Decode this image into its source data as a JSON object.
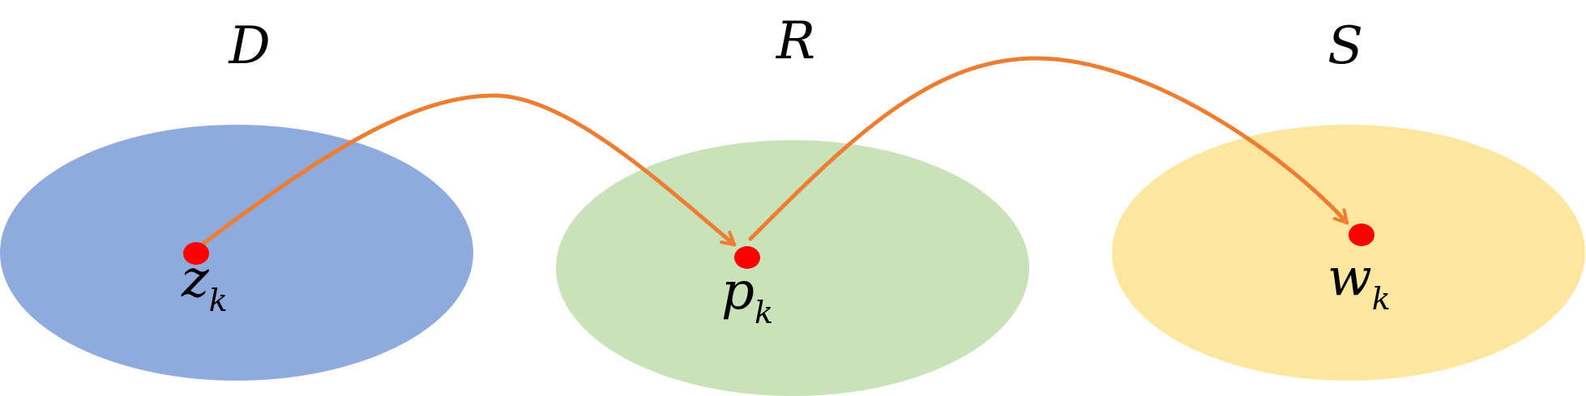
{
  "sets": [
    {
      "label": "D",
      "color": "#8FAADC",
      "point": {
        "base": "z",
        "sub": "k"
      }
    },
    {
      "label": "R",
      "color": "#C9E2BA",
      "point": {
        "base": "p",
        "sub": "k"
      }
    },
    {
      "label": "S",
      "color": "#FDE6A0",
      "point": {
        "base": "w",
        "sub": "k"
      }
    }
  ],
  "point_color": "#FF0000",
  "arrow_color": "#ED7D31",
  "arrows": [
    {
      "from": "z_k",
      "to": "p_k"
    },
    {
      "from": "p_k",
      "to": "w_k"
    }
  ]
}
